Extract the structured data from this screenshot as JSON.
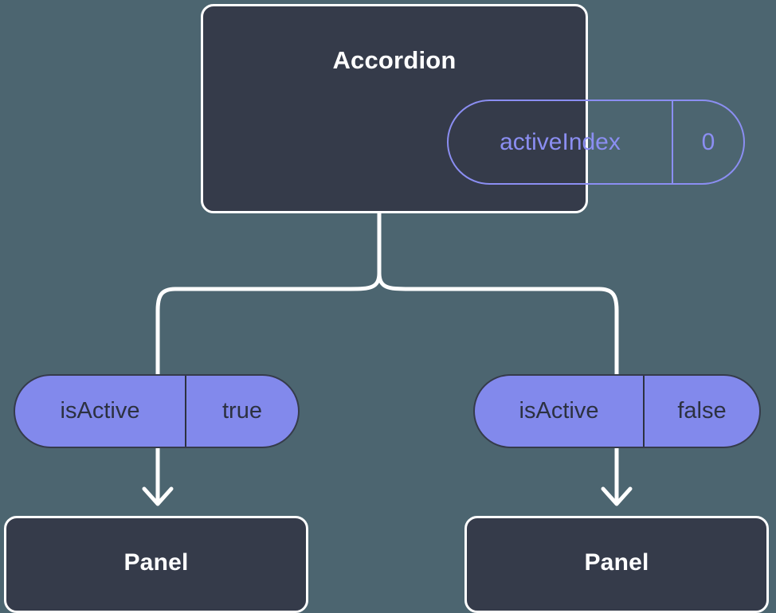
{
  "diagram": {
    "background_color": "#4c6570",
    "node_fill_color": "#353b4a",
    "node_border_color": "#ffffff",
    "accent_color": "#8b8ef2",
    "pill_fill_color": "#8289ec",
    "pill_text_color": "#2c3140",
    "connector_color": "#ffffff"
  },
  "root": {
    "title": "Accordion",
    "state": {
      "key": "activeIndex",
      "value": "0"
    }
  },
  "branches": [
    {
      "prop": {
        "key": "isActive",
        "value": "true"
      },
      "child": {
        "title": "Panel"
      }
    },
    {
      "prop": {
        "key": "isActive",
        "value": "false"
      },
      "child": {
        "title": "Panel"
      }
    }
  ]
}
